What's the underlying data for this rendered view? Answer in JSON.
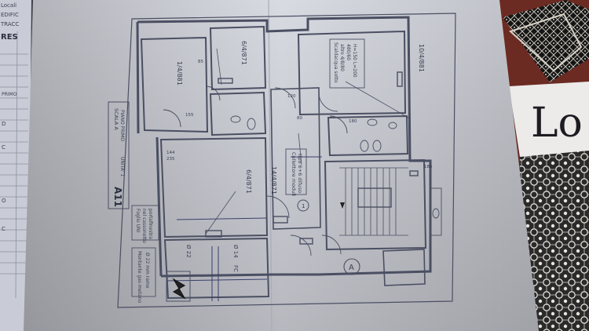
{
  "photo": {
    "subject": "photographed architectural floor plan printout",
    "colors": {
      "paper": "#e4e6ee",
      "ink": "#3a3f52",
      "lace": "#2a2a2a",
      "wood": "#6b2a22",
      "backdrop": "#3b3d44"
    }
  },
  "left_sheet": {
    "header_lines": [
      "Locali",
      "EDIFIC",
      "TRACC"
    ],
    "section_label": "RES",
    "row_label": "PRIMO",
    "side_letters": [
      "D",
      "C",
      "O",
      "C"
    ]
  },
  "plan": {
    "title_block": {
      "scala": "SCALA A",
      "piano": "PIANO PRIMO",
      "unita": "UNITA' 1",
      "code": "A11"
    },
    "room_tags": [
      "10/4/881",
      "6/4/871",
      "1/4/881",
      "6/4/871",
      "14/4/871"
    ],
    "notes": {
      "collettore": [
        "Collettore moduli",
        "tipo 6+6 difuso"
      ],
      "scaldacqua": [
        "Scaldacqua sotto",
        "altro 4/8/80",
        "480/60",
        "H=150 L=200"
      ],
      "foglio": [
        "Foglio UNI",
        "nel cassonetto",
        "portafinestra"
      ],
      "montante": [
        "Montante gas metano",
        "Ø 22 mm rame"
      ]
    },
    "dimensions": [
      "85",
      "120",
      "144",
      "235",
      "155",
      "180",
      "80",
      "185"
    ],
    "pipes": [
      "Ø 14",
      "Ø 22",
      "FC"
    ],
    "circle_labels": [
      "A",
      "1"
    ]
  },
  "right_paper": {
    "visible_text": "Lo"
  }
}
